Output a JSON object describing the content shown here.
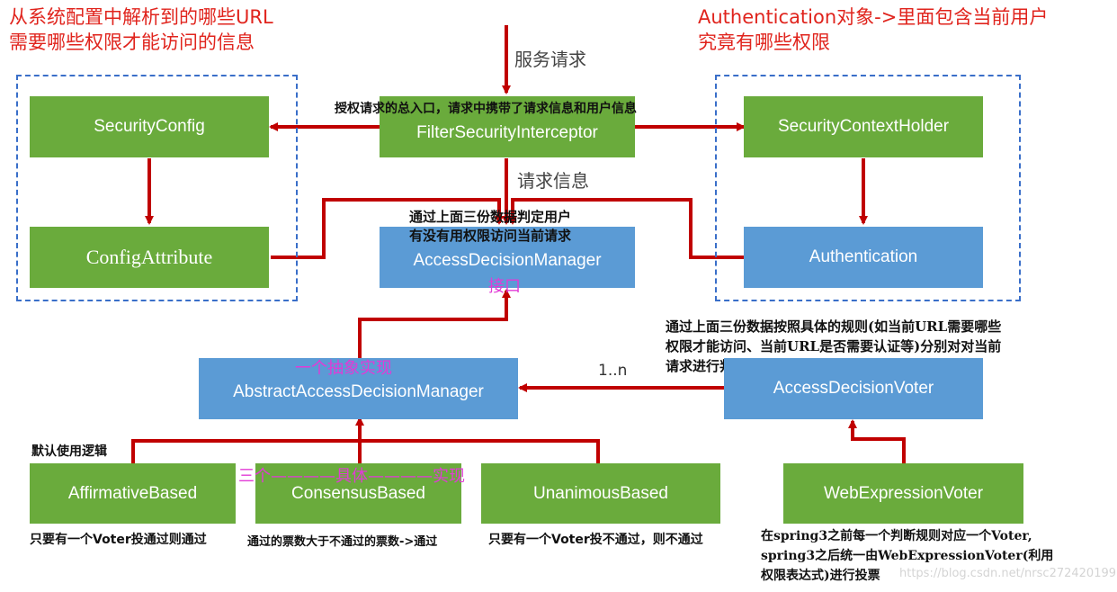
{
  "notes": {
    "top_left": [
      "从系统配置中解析到的哪些URL",
      "需要哪些权限才能访问的信息"
    ],
    "top_right": [
      "Authentication对象->里面包含当前用户",
      "究竟有哪些权限"
    ],
    "service_request": "服务请求",
    "interceptor_desc": "授权请求的总入口，请求中携带了请求信息和用户信息",
    "request_info": "请求信息",
    "decision_desc": [
      "通过上面三份数据判定用户",
      "有没有用权限访问当前请求"
    ],
    "interface_label": "接口",
    "abstract_label": "一个抽象实现",
    "voter_desc": [
      "通过上面三份数据按照具体的规则(如当前URL需要哪些",
      "权限才能访问、当前URL是否需要认证等)分别对对当前",
      "请求进行判定(即投票)"
    ],
    "multiplicity": "1..n",
    "default_logic": "默认使用逻辑",
    "three_concrete": "三个————具体————实现",
    "affirmative_desc": "只要有一个Voter投通过则通过",
    "consensus_desc": "通过的票数大于不通过的票数->通过",
    "unanimous_desc": "只要有一个Voter投不通过，则不通过",
    "webvoter_desc": [
      "在spring3之前每一个判断规则对应一个Voter,",
      "spring3之后统一由WebExpressionVoter(利用",
      "权限表达式)进行投票"
    ],
    "watermark": "https://blog.csdn.net/nrsc272420199"
  },
  "boxes": {
    "security_config": "SecurityConfig",
    "config_attribute": "ConfigAttribute",
    "filter_interceptor": "FilterSecurityInterceptor",
    "access_decision_manager": "AccessDecisionManager",
    "context_holder": "SecurityContextHolder",
    "authentication": "Authentication",
    "abstract_manager": "AbstractAccessDecisionManager",
    "decision_voter": "AccessDecisionVoter",
    "affirmative": "AffirmativeBased",
    "consensus": "ConsensusBased",
    "unanimous": "UnanimousBased",
    "web_voter": "WebExpressionVoter"
  },
  "colors": {
    "green": "#6aab3c",
    "blue": "#5b9bd5",
    "arrow": "#c00000",
    "note_red": "#e0241d",
    "magenta": "#e23ad6",
    "dashed": "#3a6fc9"
  }
}
